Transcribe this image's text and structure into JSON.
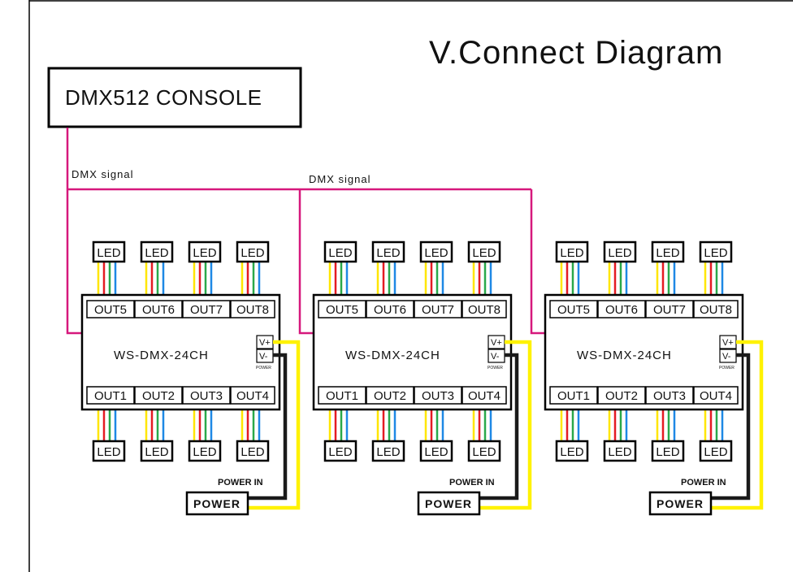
{
  "title": "V.Connect Diagram",
  "console": {
    "label": "DMX512 CONSOLE"
  },
  "signal_labels": [
    "DMX  signal",
    "DMX  signal"
  ],
  "controllers": [
    {
      "model": "WS-DMX-24CH",
      "top_outputs": [
        "OUT5",
        "OUT6",
        "OUT7",
        "OUT8"
      ],
      "bottom_outputs": [
        "OUT1",
        "OUT2",
        "OUT3",
        "OUT4"
      ],
      "v_plus": "V+",
      "v_minus": "V-",
      "power_tag": "POWER",
      "power_in_label": "POWER IN",
      "power_box_label": "POWER"
    },
    {
      "model": "WS-DMX-24CH",
      "top_outputs": [
        "OUT5",
        "OUT6",
        "OUT7",
        "OUT8"
      ],
      "bottom_outputs": [
        "OUT1",
        "OUT2",
        "OUT3",
        "OUT4"
      ],
      "v_plus": "V+",
      "v_minus": "V-",
      "power_tag": "POWER",
      "power_in_label": "POWER IN",
      "power_box_label": "POWER"
    },
    {
      "model": "WS-DMX-24CH",
      "top_outputs": [
        "OUT5",
        "OUT6",
        "OUT7",
        "OUT8"
      ],
      "bottom_outputs": [
        "OUT1",
        "OUT2",
        "OUT3",
        "OUT4"
      ],
      "v_plus": "V+",
      "v_minus": "V-",
      "power_tag": "POWER",
      "power_in_label": "POWER IN",
      "power_box_label": "POWER"
    }
  ],
  "led_label": "LED",
  "colors": {
    "dmx_wire": "#d6187c",
    "power_wire_positive": "#fff200",
    "power_wire_negative": "#1a1a1a",
    "wire_yellow": "#ffe600",
    "wire_red": "#e41b23",
    "wire_green": "#2aa84a",
    "wire_blue": "#1e88e5"
  }
}
